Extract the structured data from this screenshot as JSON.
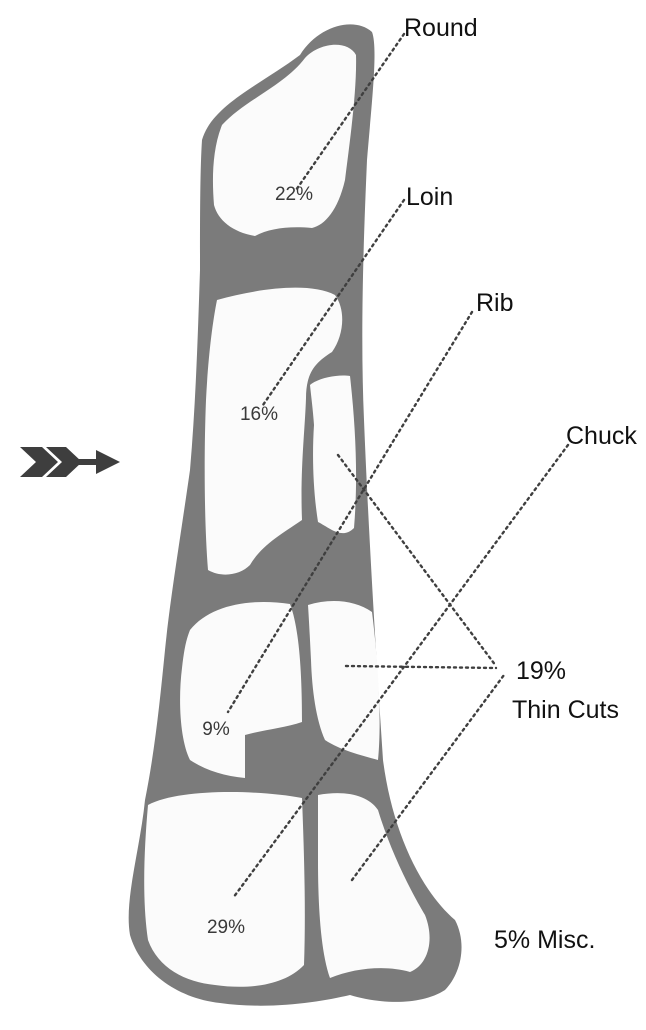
{
  "diagram": {
    "colors": {
      "carcass_outline": "#7b7b7b",
      "cut_fill": "#fbfbfb",
      "leader_line": "#3f3f3f",
      "text": "#111111",
      "arrow": "#3e3e3e"
    },
    "icons": {
      "direction_arrow": "arrow-right-icon"
    },
    "labels": {
      "round": "Round",
      "loin": "Loin",
      "rib": "Rib",
      "chuck": "Chuck",
      "thin_cuts_pct": "19%",
      "thin_cuts": "Thin Cuts",
      "misc": "5% Misc."
    },
    "percentages": {
      "round": "22%",
      "loin": "16%",
      "rib": "9%",
      "chuck": "29%"
    }
  }
}
